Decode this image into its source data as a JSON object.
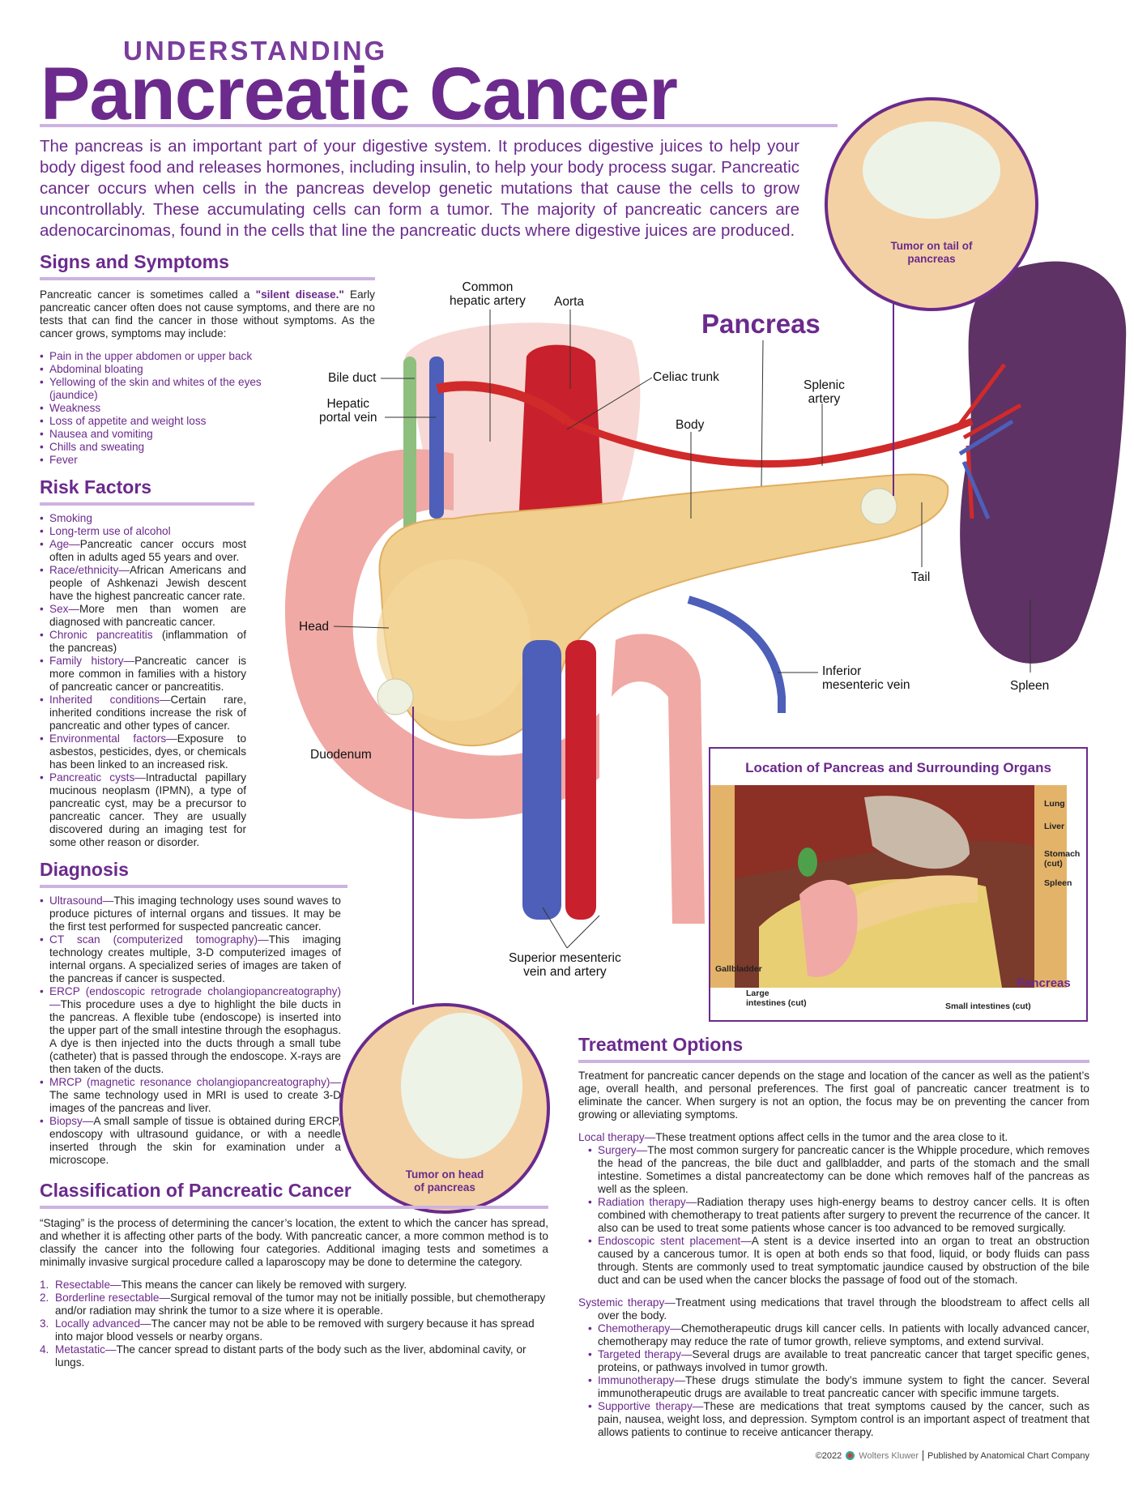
{
  "header": {
    "kicker": "UNDERSTANDING",
    "title": "Pancreatic Cancer",
    "intro": "The pancreas is an important part of your digestive system. It produces digestive juices to help your body digest food and releases hormones, including insulin, to help your body process sugar. Pancreatic cancer occurs when cells in the pancreas develop genetic mutations that cause the cells to grow uncontrollably. These accumulating cells can form a tumor. The majority of pancreatic cancers are adenocarcinomas, found in the cells that line the pancreatic ducts where digestive juices are produced."
  },
  "signs": {
    "heading": "Signs and Symptoms",
    "intro_a": "Pancreatic cancer is sometimes called a ",
    "intro_em": "\"silent disease.\"",
    "intro_b": " Early pancreatic cancer often does not cause symptoms, and there are no tests that can find the cancer in those without symptoms. As the cancer grows, symptoms may include:",
    "items": [
      {
        "term": "Pain in the upper abdomen or upper back"
      },
      {
        "term": "Abdominal bloating"
      },
      {
        "term": "Yellowing of the skin and whites of the eyes (jaundice)"
      },
      {
        "term": "Weakness"
      },
      {
        "term": "Loss of appetite and weight loss"
      },
      {
        "term": "Nausea and vomiting"
      },
      {
        "term": "Chills and sweating"
      },
      {
        "term": "Fever"
      }
    ]
  },
  "risk": {
    "heading": "Risk Factors",
    "items": [
      {
        "term": "Smoking"
      },
      {
        "term": "Long-term use of alcohol"
      },
      {
        "term": "Age—",
        "text": "Pancreatic cancer occurs most often in adults aged 55 years and over."
      },
      {
        "term": "Race/ethnicity—",
        "text": "African Americans and people of Ashkenazi Jewish descent have the highest pancreatic cancer rate."
      },
      {
        "term": "Sex—",
        "text": "More men than women are diagnosed with pancreatic cancer."
      },
      {
        "term": "Chronic pancreatitis",
        "text": " (inflammation of the pancreas)"
      },
      {
        "term": "Family history—",
        "text": "Pancreatic cancer is more common in families with a history of pancreatic cancer or pancreatitis."
      },
      {
        "term": "Inherited conditions—",
        "text": "Certain rare, inherited conditions increase the risk of pancreatic and other types of cancer."
      },
      {
        "term": "Environmental factors—",
        "text": "Exposure to asbestos, pesticides, dyes, or chemicals has been linked to an increased risk."
      },
      {
        "term": "Pancreatic cysts—",
        "text": "Intraductal papillary mucinous neoplasm (IPMN), a type of pancreatic cyst, may be a precursor to pancreatic cancer. They are usually discovered during an imaging test for some other reason or disorder."
      }
    ]
  },
  "diagnosis": {
    "heading": "Diagnosis",
    "items": [
      {
        "term": "Ultrasound—",
        "text": "This imaging technology uses sound waves to produce pictures of internal organs and tissues. It may be the first test performed for suspected pancreatic cancer."
      },
      {
        "term": "CT scan (computerized tomography)—",
        "text": "This imaging technology creates multiple, 3-D computerized images of internal organs. A specialized series of images are taken of the pancreas if cancer is suspected."
      },
      {
        "term": "ERCP (endoscopic retrograde cholangiopancreatography)—",
        "text": "This procedure uses a dye to highlight the bile ducts in the pancreas. A flexible tube (endoscope) is inserted into the upper part of the small intestine through the esophagus. A dye is then injected into the ducts through a small tube (catheter) that is passed through the endoscope. X-rays are then taken of the ducts."
      },
      {
        "term": "MRCP (magnetic resonance cholangiopancreatography)—",
        "text": "The same technology used in MRI is used to create 3-D images of the pancreas and liver."
      },
      {
        "term": "Biopsy—",
        "text": "A small sample of tissue is obtained during ERCP, endoscopy with ultrasound guidance, or with a needle inserted through the skin for examination under a microscope."
      }
    ]
  },
  "classification": {
    "heading": "Classification of Pancreatic Cancer",
    "intro": "“Staging” is the process of determining the cancer’s location, the extent to which the cancer has spread, and whether it is affecting other parts of the body. With pancreatic cancer, a more common method is to classify the cancer into the following four categories. Additional imaging tests and sometimes a minimally invasive surgical procedure called a laparoscopy may be done to determine the category.",
    "items": [
      {
        "num": "1.",
        "term": "Resectable—",
        "text": "This means the cancer can likely be removed with surgery."
      },
      {
        "num": "2.",
        "term": "Borderline resectable—",
        "text": "Surgical removal of the tumor may not be initially possible, but chemotherapy and/or radiation may shrink the tumor to a size where it is operable."
      },
      {
        "num": "3.",
        "term": "Locally advanced—",
        "text": "The cancer may not be able to be removed with surgery because it has spread into major blood vessels or nearby organs."
      },
      {
        "num": "4.",
        "term": "Metastatic—",
        "text": "The cancer spread to distant parts of the body such as the liver, abdominal cavity, or lungs."
      }
    ]
  },
  "treatment": {
    "heading": "Treatment Options",
    "intro": "Treatment for pancreatic cancer depends on the stage and location of the cancer as well as the patient’s age, overall health, and personal preferences. The first goal of pancreatic cancer treatment is to eliminate the cancer. When surgery is not an option, the focus may be on preventing the cancer from growing or alleviating symptoms.",
    "local": {
      "term": "Local therapy—",
      "text": "These treatment options affect cells in the tumor and the area close to it.",
      "items": [
        {
          "term": "Surgery—",
          "text": "The most common surgery for pancreatic cancer is the Whipple procedure, which removes the head of the pancreas, the bile duct and gallbladder, and parts of the stomach and the small intestine. Sometimes a distal pancreatectomy can be done which removes half of the pancreas as well as the spleen."
        },
        {
          "term": "Radiation therapy—",
          "text": "Radiation therapy uses high-energy beams to destroy cancer cells. It is often combined with chemotherapy to treat patients after surgery to prevent the recurrence of the cancer. It also can be used to treat some patients whose cancer is too advanced to be removed surgically."
        },
        {
          "term": "Endoscopic stent placement—",
          "text": "A stent is a device inserted into an organ to treat an obstruction caused by a cancerous tumor. It is open at both ends so that food, liquid, or body fluids can pass through. Stents are commonly used to treat symptomatic jaundice caused by obstruction of the bile duct and can be used when the cancer blocks the passage of food out of the stomach."
        }
      ]
    },
    "systemic": {
      "term": "Systemic therapy—",
      "text": "Treatment using medications that travel through the bloodstream to affect cells all over the body.",
      "items": [
        {
          "term": "Chemotherapy—",
          "text": "Chemotherapeutic drugs kill cancer cells. In patients with locally advanced cancer, chemotherapy may reduce the rate of tumor growth, relieve symptoms, and extend survival."
        },
        {
          "term": "Targeted therapy—",
          "text": "Several drugs are available to treat pancreatic cancer that target specific genes, proteins, or pathways involved in tumor growth."
        },
        {
          "term": "Immunotherapy—",
          "text": "These drugs stimulate the body’s immune system to fight the cancer. Several immunotherapeutic drugs are available to treat pancreatic cancer with specific immune targets."
        },
        {
          "term": "Supportive therapy—",
          "text": "These are medications that treat symptoms caused by the cancer, such as pain, nausea, weight loss, and depression. Symptom control is an important aspect of treatment that allows patients to continue to receive anticancer therapy."
        }
      ]
    }
  },
  "illustration": {
    "pancreas_title": "Pancreas",
    "labels": {
      "common_hepatic": "Common\nhepatic artery",
      "aorta": "Aorta",
      "bile_duct": "Bile duct",
      "portal_vein": "Hepatic\nportal vein",
      "celiac": "Celiac trunk",
      "splenic": "Splenic\nartery",
      "body": "Body",
      "tail": "Tail",
      "head": "Head",
      "imv": "Inferior\nmesenteric vein",
      "spleen": "Spleen",
      "duodenum": "Duodenum",
      "sma": "Superior mesenteric\nvein and artery"
    },
    "tumor_tail": "Tumor on tail of\npancreas",
    "tumor_head": "Tumor on head\nof pancreas"
  },
  "inset": {
    "title": "Location of Pancreas and Surrounding Organs",
    "labels": {
      "lung": "Lung",
      "liver": "Liver",
      "stomach": "Stomach\n(cut)",
      "spleen": "Spleen",
      "gallbladder": "Gallbladder",
      "large": "Large\nintestines (cut)",
      "small": "Small intestines (cut)",
      "pancreas": "Pancreas"
    }
  },
  "footer": {
    "copyright": "©2022",
    "brand": "Wolters Kluwer",
    "publisher": "Published by Anatomical Chart Company"
  },
  "colors": {
    "accent": "#6b2a8c",
    "rule": "#cdb3e0"
  }
}
